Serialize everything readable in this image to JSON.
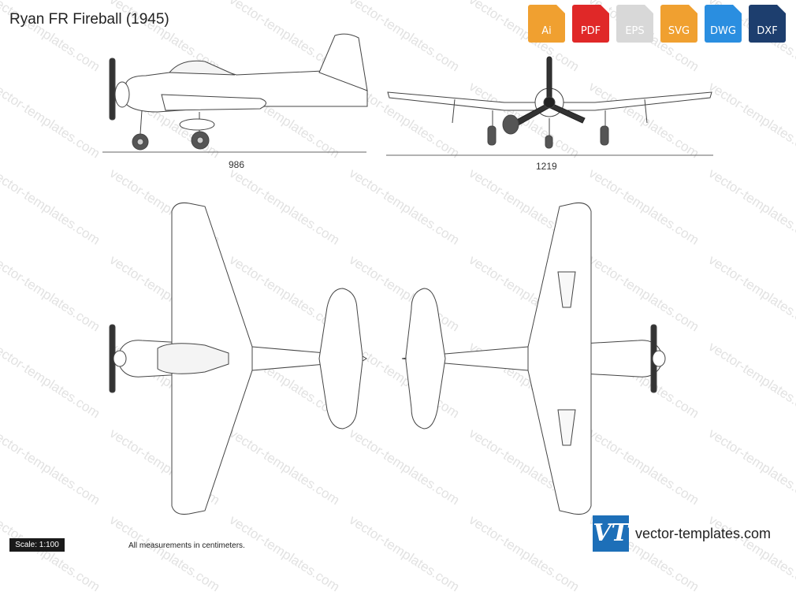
{
  "title": "Ryan FR Fireball (1945)",
  "dimensions": {
    "side_length": "986",
    "front_span": "1219"
  },
  "scale_label": "Scale: 1:100",
  "measurement_note": "All measurements in centimeters.",
  "formats": [
    {
      "label": "Ai",
      "color": "#f0a030",
      "icon": "file-ai-icon"
    },
    {
      "label": "PDF",
      "color": "#e02828",
      "icon": "file-pdf-icon"
    },
    {
      "label": "EPS",
      "color": "#d8d8d8",
      "icon": "file-eps-icon"
    },
    {
      "label": "SVG",
      "color": "#f0a030",
      "icon": "file-svg-icon"
    },
    {
      "label": "DWG",
      "color": "#2a8ee0",
      "icon": "file-dwg-icon"
    },
    {
      "label": "DXF",
      "color": "#1d3e6e",
      "icon": "file-dxf-icon"
    }
  ],
  "brand": {
    "logo_text": "VT",
    "name": "vector-templates.com"
  },
  "watermark": "vector-templates.com"
}
